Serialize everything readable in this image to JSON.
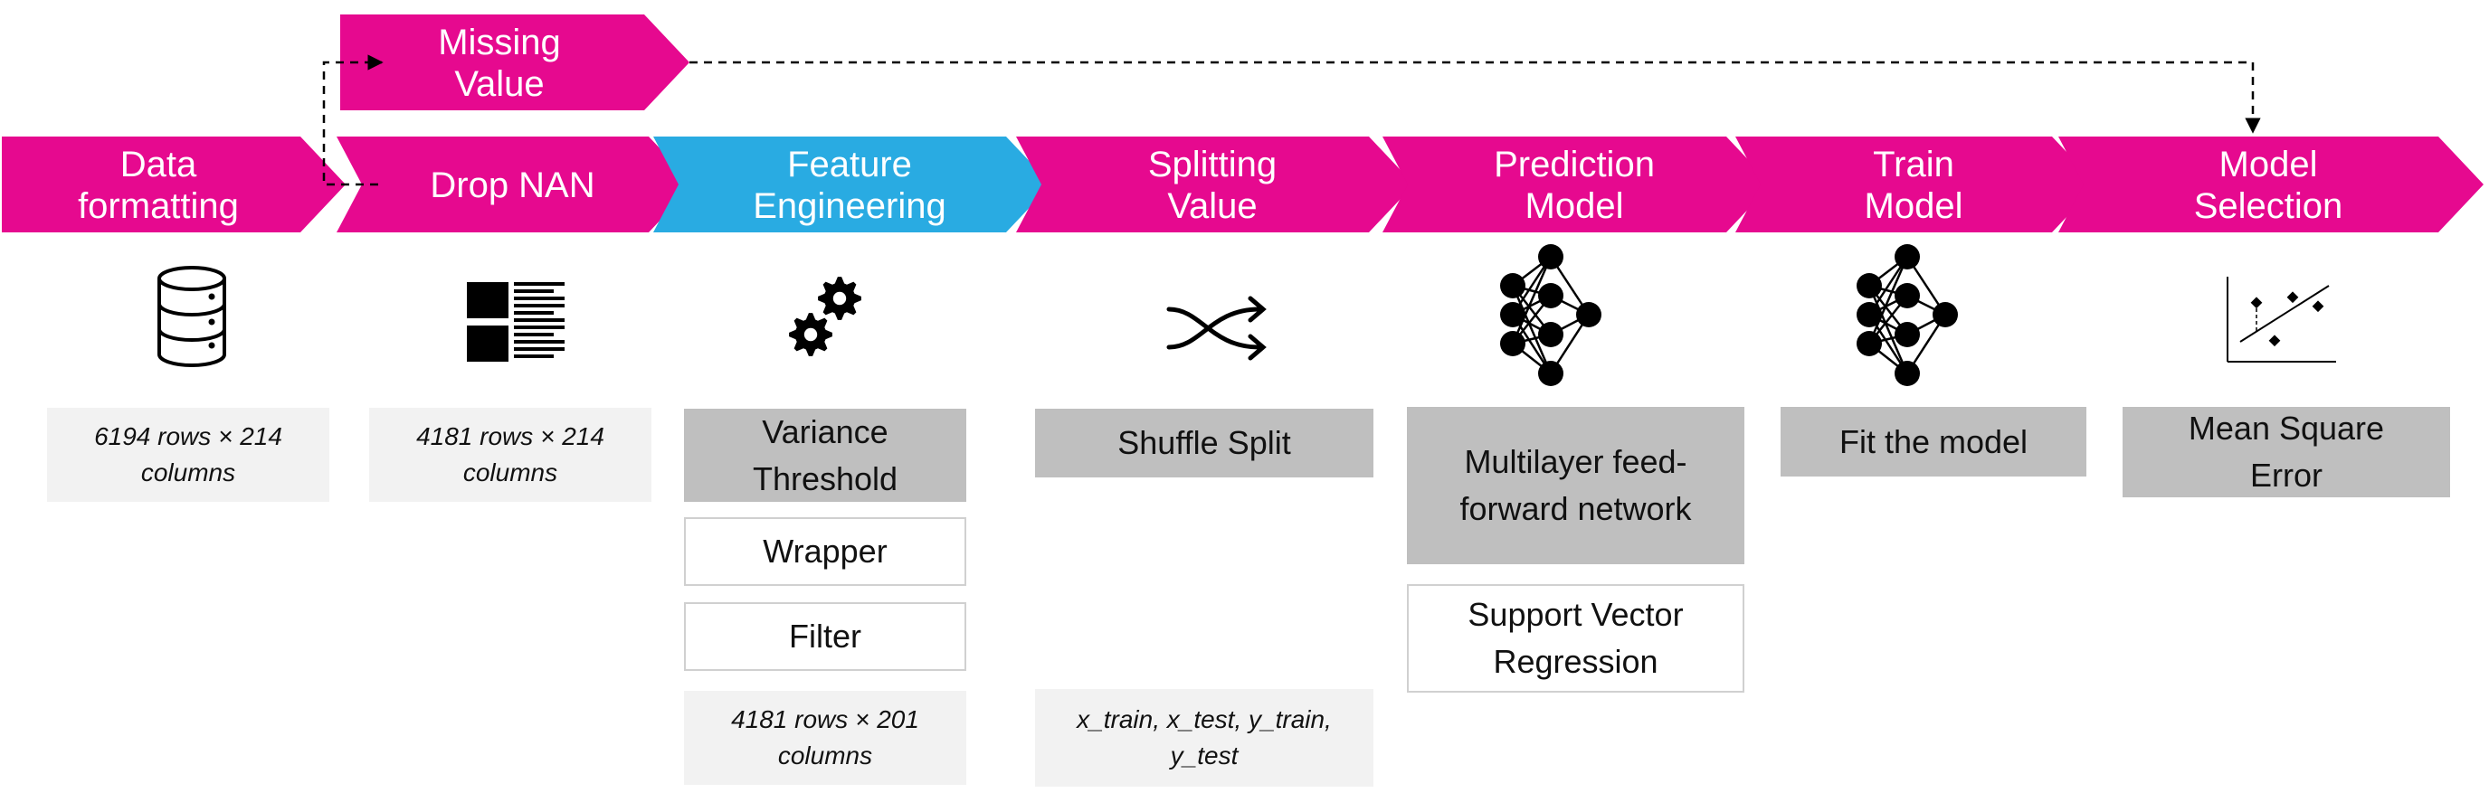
{
  "colors": {
    "pink": "#e6098f",
    "blue": "#29abe2",
    "gray_box": "#bfbfbf",
    "light_box": "#f2f2f2"
  },
  "flow_steps": [
    {
      "id": "data-formatting",
      "lines": [
        "Data",
        "formatting"
      ],
      "color": "pink"
    },
    {
      "id": "drop-nan",
      "lines": [
        "Drop NAN"
      ],
      "color": "pink"
    },
    {
      "id": "feature-engineering",
      "lines": [
        "Feature",
        "Engineering"
      ],
      "color": "blue"
    },
    {
      "id": "splitting-value",
      "lines": [
        "Splitting",
        "Value"
      ],
      "color": "pink"
    },
    {
      "id": "prediction-model",
      "lines": [
        "Prediction",
        "Model"
      ],
      "color": "pink"
    },
    {
      "id": "train-model",
      "lines": [
        "Train",
        "Model"
      ],
      "color": "pink"
    },
    {
      "id": "model-selection",
      "lines": [
        "Model",
        "Selection"
      ],
      "color": "pink"
    }
  ],
  "branch_step": {
    "id": "missing-value",
    "lines": [
      "Missing",
      "Value"
    ],
    "color": "pink"
  },
  "icons": [
    "database-icon",
    "barcode-icon",
    "gears-icon",
    "shuffle-icon",
    "neural-network-icon",
    "neural-network-icon",
    "scatter-plot-icon"
  ],
  "details": {
    "formatting_stat": "6194 rows × 214\ncolumns",
    "dropnan_stat": "4181 rows × 214\ncolumns",
    "variance_threshold": "Variance\nThreshold",
    "wrapper": "Wrapper",
    "filter": "Filter",
    "feature_stat": "4181 rows × 201\ncolumns",
    "shuffle_split": "Shuffle Split",
    "split_outputs": "x_train, x_test, y_train,\ny_test",
    "multilayer": "Multilayer feed-\nforward network",
    "svr": "Support Vector\nRegression",
    "fit_model": "Fit the model",
    "mse": "Mean Square\nError"
  }
}
